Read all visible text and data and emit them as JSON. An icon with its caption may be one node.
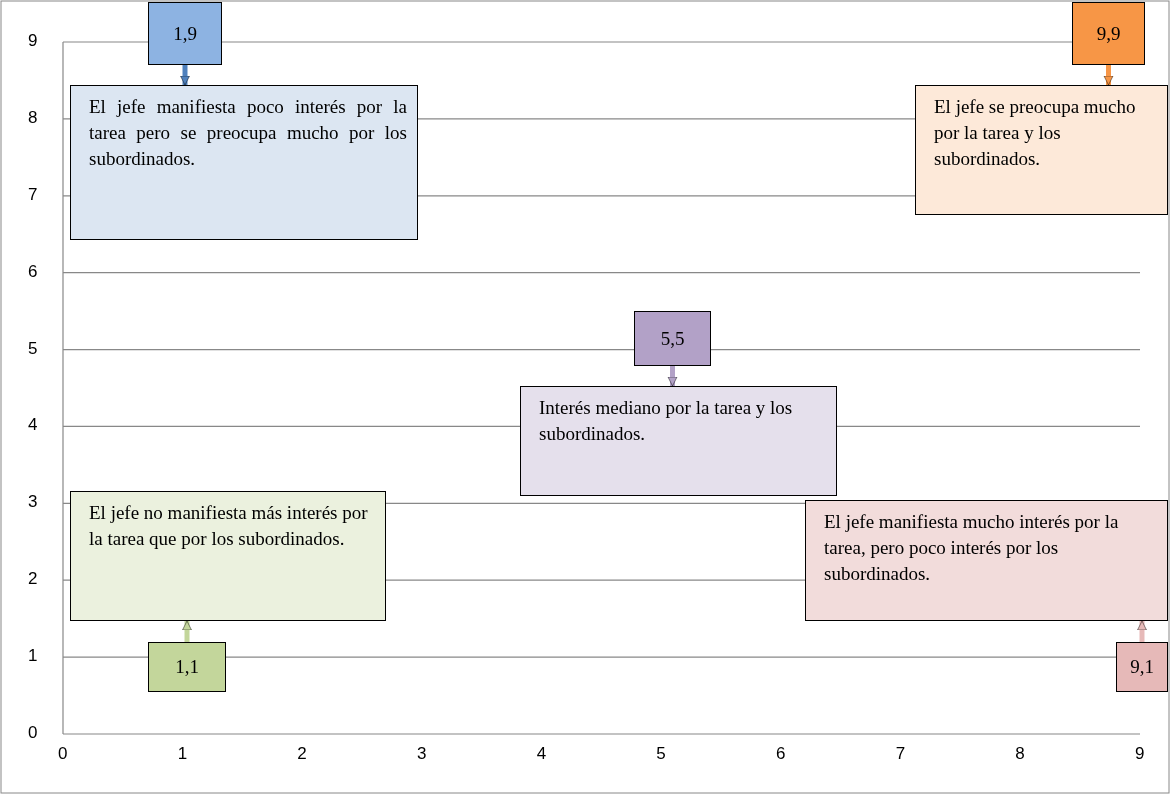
{
  "diagram": {
    "nodes": [
      {
        "text": [
          "1,9"
        ]
      },
      {
        "text": [
          "El jefe manifiesta poco interés por la tarea pero se preocupa mucho por los subordinados."
        ]
      },
      {
        "text": [
          "9,9"
        ]
      },
      {
        "text": [
          "El jefe se preocupa mucho por la tarea y los subordinados."
        ]
      },
      {
        "text": [
          "5,5"
        ]
      },
      {
        "text": [
          "Interés mediano por la tarea y los subordinados."
        ]
      },
      {
        "text": [
          "El jefe no manifiesta más interés por la tarea que por los subordinados."
        ]
      },
      {
        "text": [
          "El jefe manifiesta mucho interés por la tarea, pero poco interés por los subordinados."
        ]
      },
      {
        "text": [
          "1,1"
        ]
      },
      {
        "text": [
          "9,1"
        ]
      }
    ],
    "edges": [
      {
        "from": 0,
        "to": 1,
        "arrow": "to",
        "color": "#4f81bd"
      },
      {
        "from": 2,
        "to": 3,
        "arrow": "to",
        "color": "#f79646"
      },
      {
        "from": 4,
        "to": 5,
        "arrow": "to",
        "color": "#b2a1c7"
      },
      {
        "from": 8,
        "to": 6,
        "arrow": "to",
        "color": "#c3d69b"
      },
      {
        "from": 9,
        "to": 7,
        "arrow": "to",
        "color": "#e6b9b8"
      }
    ],
    "labels": [
      "9",
      "8",
      "7",
      "6",
      "5",
      "4",
      "3",
      "2",
      "1",
      "0",
      "0",
      "1",
      "2",
      "3",
      "4",
      "5",
      "6",
      "7",
      "8",
      "9"
    ]
  }
}
